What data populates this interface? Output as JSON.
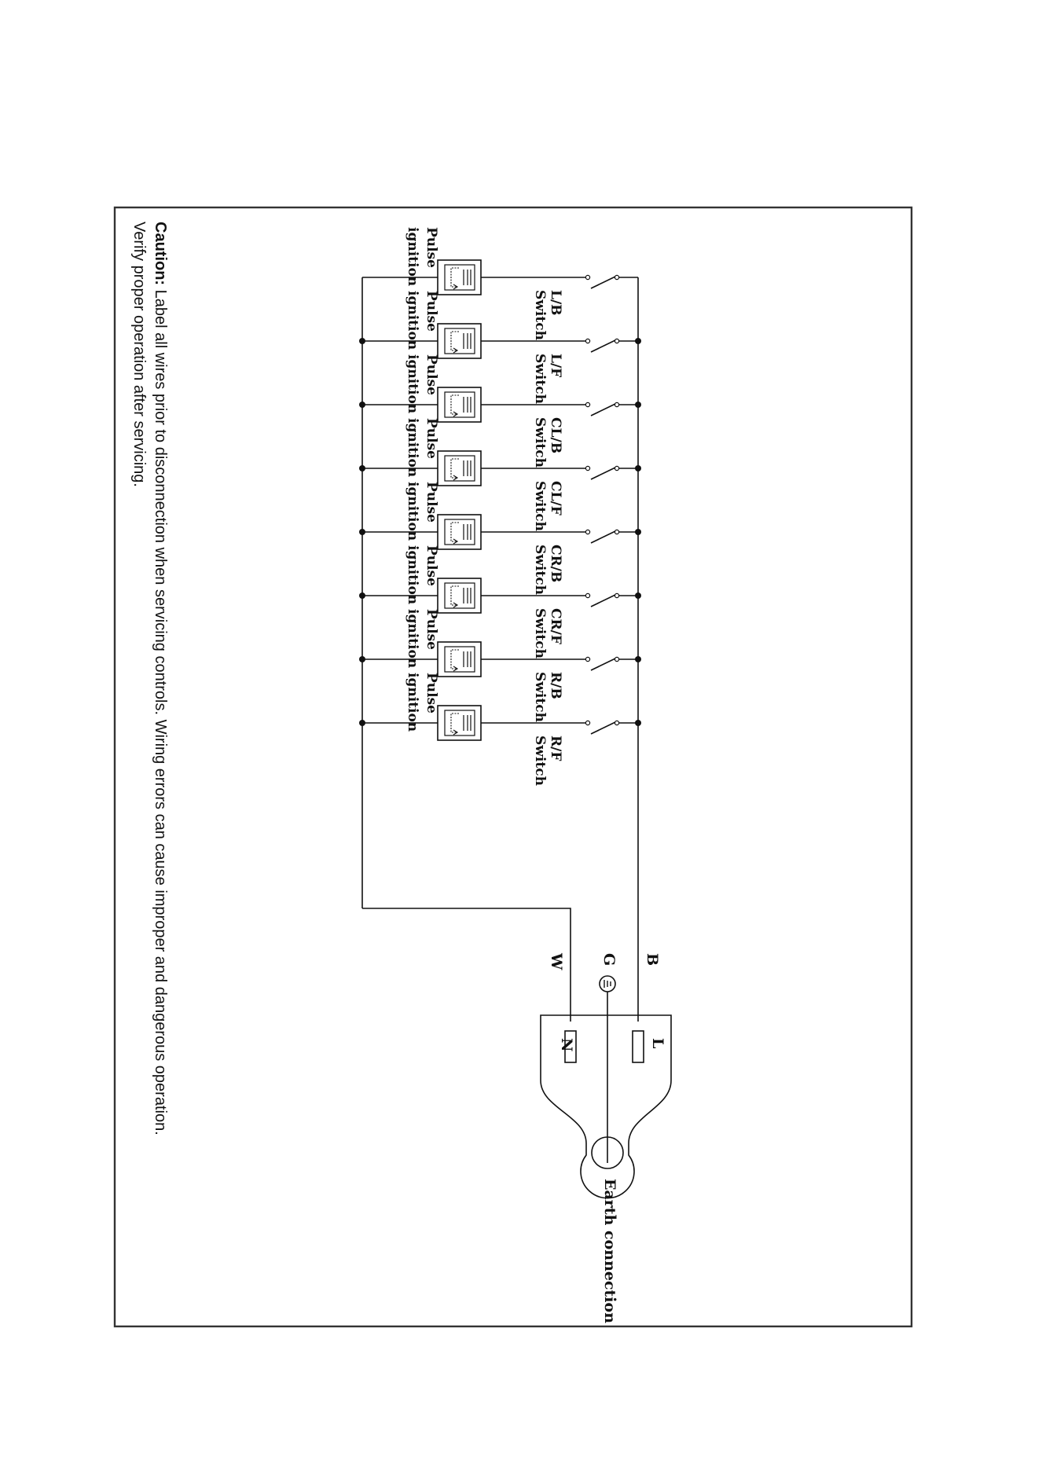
{
  "caption": {
    "bold": "Caution:",
    "line1": " Label all wires prior to disconnection when servicing controls. Wiring errors can cause improper and dangerous operation.",
    "line2": "Verify proper operation after servicing."
  },
  "burners": [
    {
      "switch_code": "L/B",
      "switch_word": "Switch",
      "ign1": "Pulse",
      "ign2": "ignition"
    },
    {
      "switch_code": "L/F",
      "switch_word": "Switch",
      "ign1": "Pulse",
      "ign2": "ignition"
    },
    {
      "switch_code": "CL/B",
      "switch_word": "Switch",
      "ign1": "Pulse",
      "ign2": "ignition"
    },
    {
      "switch_code": "CL/F",
      "switch_word": "Switch",
      "ign1": "Pulse",
      "ign2": "ignition"
    },
    {
      "switch_code": "CR/B",
      "switch_word": "Switch",
      "ign1": "Pulse",
      "ign2": "ignition"
    },
    {
      "switch_code": "CR/F",
      "switch_word": "Switch",
      "ign1": "Pulse",
      "ign2": "ignition"
    },
    {
      "switch_code": "R/B",
      "switch_word": "Switch",
      "ign1": "Pulse",
      "ign2": "ignition"
    },
    {
      "switch_code": "R/F",
      "switch_word": "Switch",
      "ign1": "Pulse",
      "ign2": "ignition"
    }
  ],
  "wires": {
    "b": "B",
    "g": "G",
    "w": "W"
  },
  "plug": {
    "l": "L",
    "n": "N",
    "earth": "Earth connection"
  }
}
